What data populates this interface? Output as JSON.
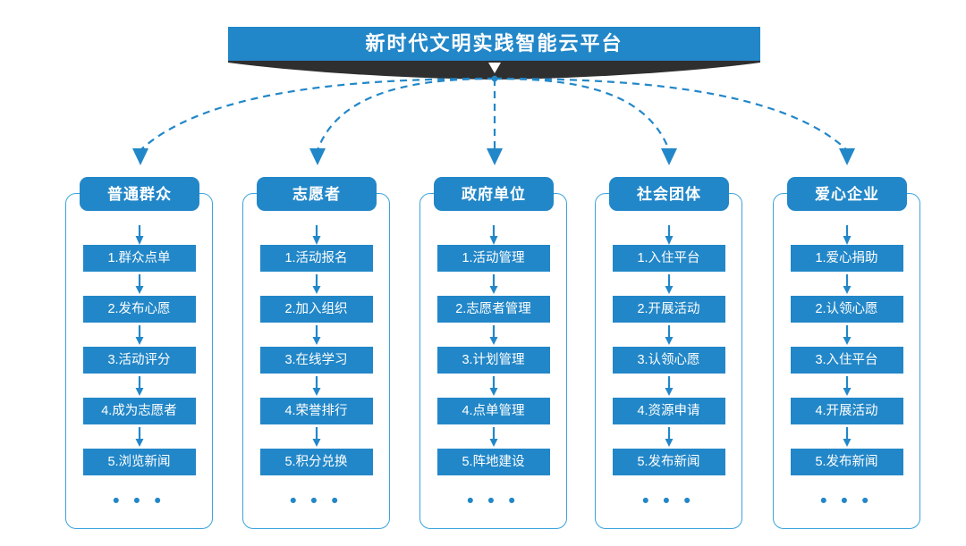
{
  "banner": {
    "title": "新时代文明实践智能云平台",
    "accent_color": "#2287c8",
    "ribbon_color": "#2f2f2f",
    "marker_icon": "triangle-down-icon"
  },
  "diagram": {
    "type": "flowchart",
    "border_color": "#3ba3dd",
    "connector_style": "dashed-curved-arrow",
    "connector_color": "#2287c8",
    "overflow_indicator": "• • •",
    "columns": [
      {
        "id": "ordinary-public",
        "header": "普通群众",
        "steps": [
          "1.群众点单",
          "2.发布心愿",
          "3.活动评分",
          "4.成为志愿者",
          "5.浏览新闻"
        ]
      },
      {
        "id": "volunteer",
        "header": "志愿者",
        "steps": [
          "1.活动报名",
          "2.加入组织",
          "3.在线学习",
          "4.荣誉排行",
          "5.积分兑换"
        ]
      },
      {
        "id": "government-unit",
        "header": "政府单位",
        "steps": [
          "1.活动管理",
          "2.志愿者管理",
          "3.计划管理",
          "4.点单管理",
          "5.阵地建设"
        ]
      },
      {
        "id": "social-group",
        "header": "社会团体",
        "steps": [
          "1.入住平台",
          "2.开展活动",
          "3.认领心愿",
          "4.资源申请",
          "5.发布新闻"
        ]
      },
      {
        "id": "charity-enterprise",
        "header": "爱心企业",
        "steps": [
          "1.爱心捐助",
          "2.认领心愿",
          "3.入住平台",
          "4.开展活动",
          "5.发布新闻"
        ]
      }
    ]
  }
}
